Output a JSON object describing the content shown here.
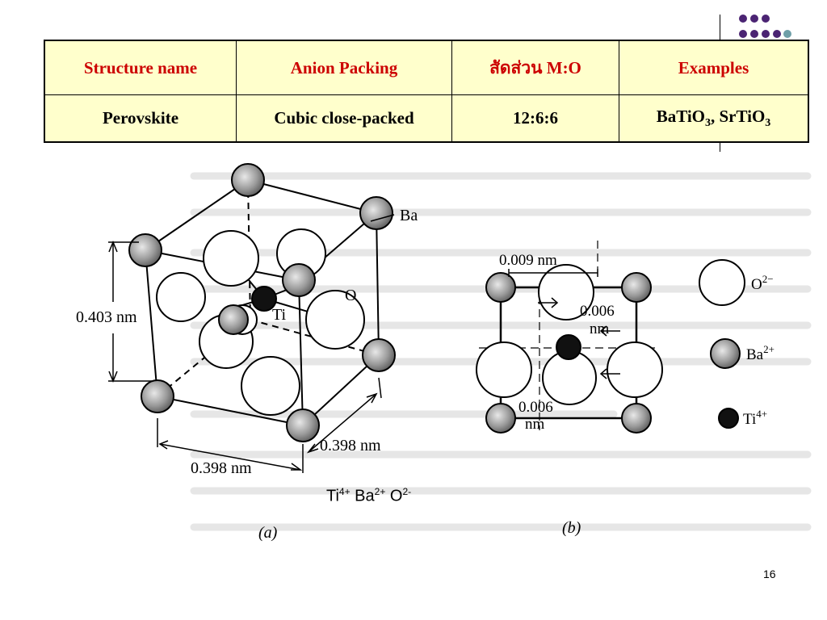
{
  "table": {
    "headers": [
      "Structure name",
      "Anion Packing",
      "สัดส่วน M:O",
      "Examples"
    ],
    "row": {
      "structure": "Perovskite",
      "packing": "Cubic close-packed",
      "ratio": "12:6:6",
      "example_1": "BaTiO",
      "example_sub_1": "3",
      "example_sep": ", ",
      "example_2": "SrTiO",
      "example_sub_2": "3"
    }
  },
  "figure_a": {
    "ba_label": "Ba",
    "o_label": "O",
    "ti_label": "Ti",
    "height_label": "0.403 nm",
    "width_label_1": "0.398 nm",
    "width_label_2": "0.398 nm",
    "caption": "(a)"
  },
  "figure_b": {
    "top_label": "0.009 nm",
    "right_label_1": "0.006",
    "right_label_2": "nm",
    "bottom_label_1": "0.006",
    "bottom_label_2": "nm",
    "caption": "(b)",
    "legend": [
      {
        "ion": "O",
        "charge": "2−"
      },
      {
        "ion": "Ba",
        "charge": "2+"
      },
      {
        "ion": "Ti",
        "charge": "4+"
      }
    ]
  },
  "ions_line": {
    "ti": "Ti",
    "ti_charge": "4+",
    "ba": "Ba",
    "ba_charge": "2+",
    "o": "O",
    "o_charge": "2-"
  },
  "page_number": "16",
  "colors": {
    "table_fill": "#FFFFCC",
    "header_text": "#CC0000",
    "dots_purple": "#4B2473",
    "dot_teal": "#6F9FA8"
  }
}
